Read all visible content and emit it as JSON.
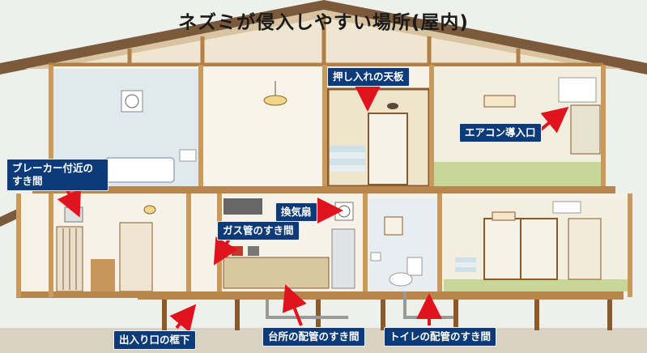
{
  "title": "ネズミが侵入しやすい場所(屋内)",
  "colors": {
    "label_bg": "#0d3b7a",
    "label_text": "#ffffff",
    "arrow": "#e0141e",
    "wood": "#c99a5b",
    "wood_dark": "#8a5a2b",
    "roof": "#8a6a4a",
    "tatami": "#c9d69a",
    "wall": "#f6f2e8"
  },
  "labels": {
    "oshiire": "押し入れの天板",
    "aircon": "エアコン導入口",
    "breaker_line1": "ブレーカー付近の",
    "breaker_line2": "すき間",
    "kankisen": "換気扇",
    "gas": "ガス管のすき間",
    "entrance": "出入り口の框下",
    "kitchen_pipe": "台所の配管のすき間",
    "toilet_pipe": "トイレの配管のすき間"
  }
}
